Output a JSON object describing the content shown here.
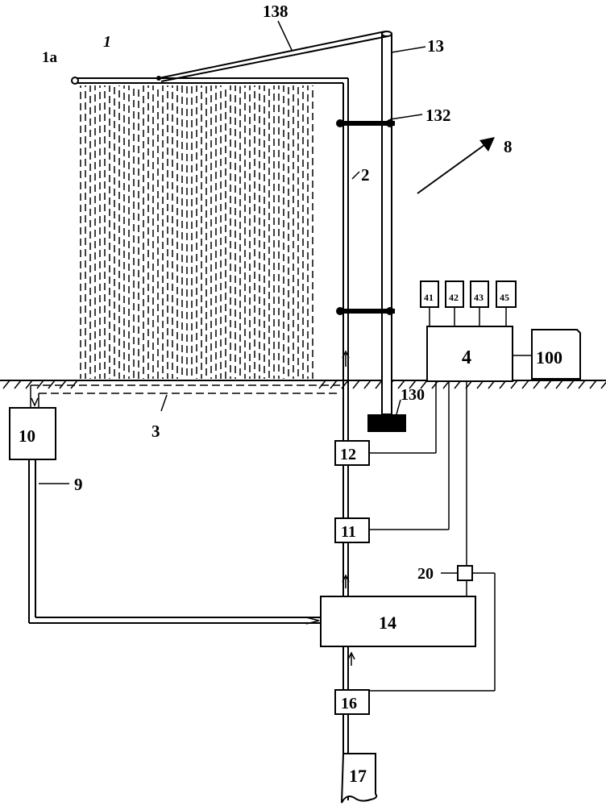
{
  "labels": {
    "l1a": "1a",
    "l1": "1",
    "l138": "138",
    "l13": "13",
    "l132": "132",
    "l2": "2",
    "l8": "8",
    "l4": "4",
    "l100": "100",
    "l130": "130",
    "l3": "3",
    "l10": "10",
    "l9": "9",
    "l12": "12",
    "l11": "11",
    "l20": "20",
    "l14": "14",
    "l16": "16",
    "l17": "17",
    "l41": "41",
    "l42": "42",
    "l43": "43",
    "l45": "45"
  }
}
